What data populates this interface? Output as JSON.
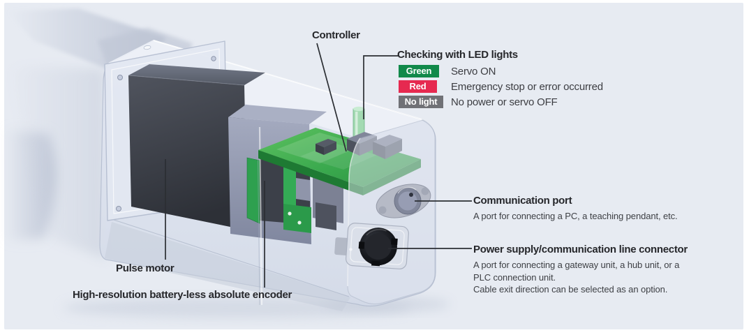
{
  "page": {
    "background": "#ffffff",
    "panel_background": "#e7ebf2"
  },
  "labels": {
    "controller": "Controller",
    "pulse_motor": "Pulse motor",
    "encoder": "High-resolution battery-less absolute encoder"
  },
  "led_legend": {
    "title": "Checking with LED lights",
    "rows": [
      {
        "badge": "Green",
        "badge_color": "#11894a",
        "description": "Servo ON"
      },
      {
        "badge": "Red",
        "badge_color": "#e62950",
        "description": "Emergency stop or error occurred"
      },
      {
        "badge": "No light",
        "badge_color": "#707176",
        "description": "No power or servo OFF"
      }
    ]
  },
  "communication_port": {
    "title": "Communication port",
    "description": "A port for connecting a PC, a teaching pendant, etc."
  },
  "power_connector": {
    "title": "Power supply/communication line connector",
    "description": "A port for connecting a gateway unit, a hub unit, or a\nPLC connection unit.\nCable exit direction can be selected as an option."
  },
  "illustration": {
    "device": "electric actuator motor unit (cutaway view)",
    "colors": {
      "housing": "#dfe4ef",
      "motor_body": "#3a3d45",
      "motor_end_bell": "#979db2",
      "controller_pcb": "#3aa94e",
      "led_light_pipe": "#9bd8ab",
      "leader_line": "#2b2e33"
    }
  }
}
